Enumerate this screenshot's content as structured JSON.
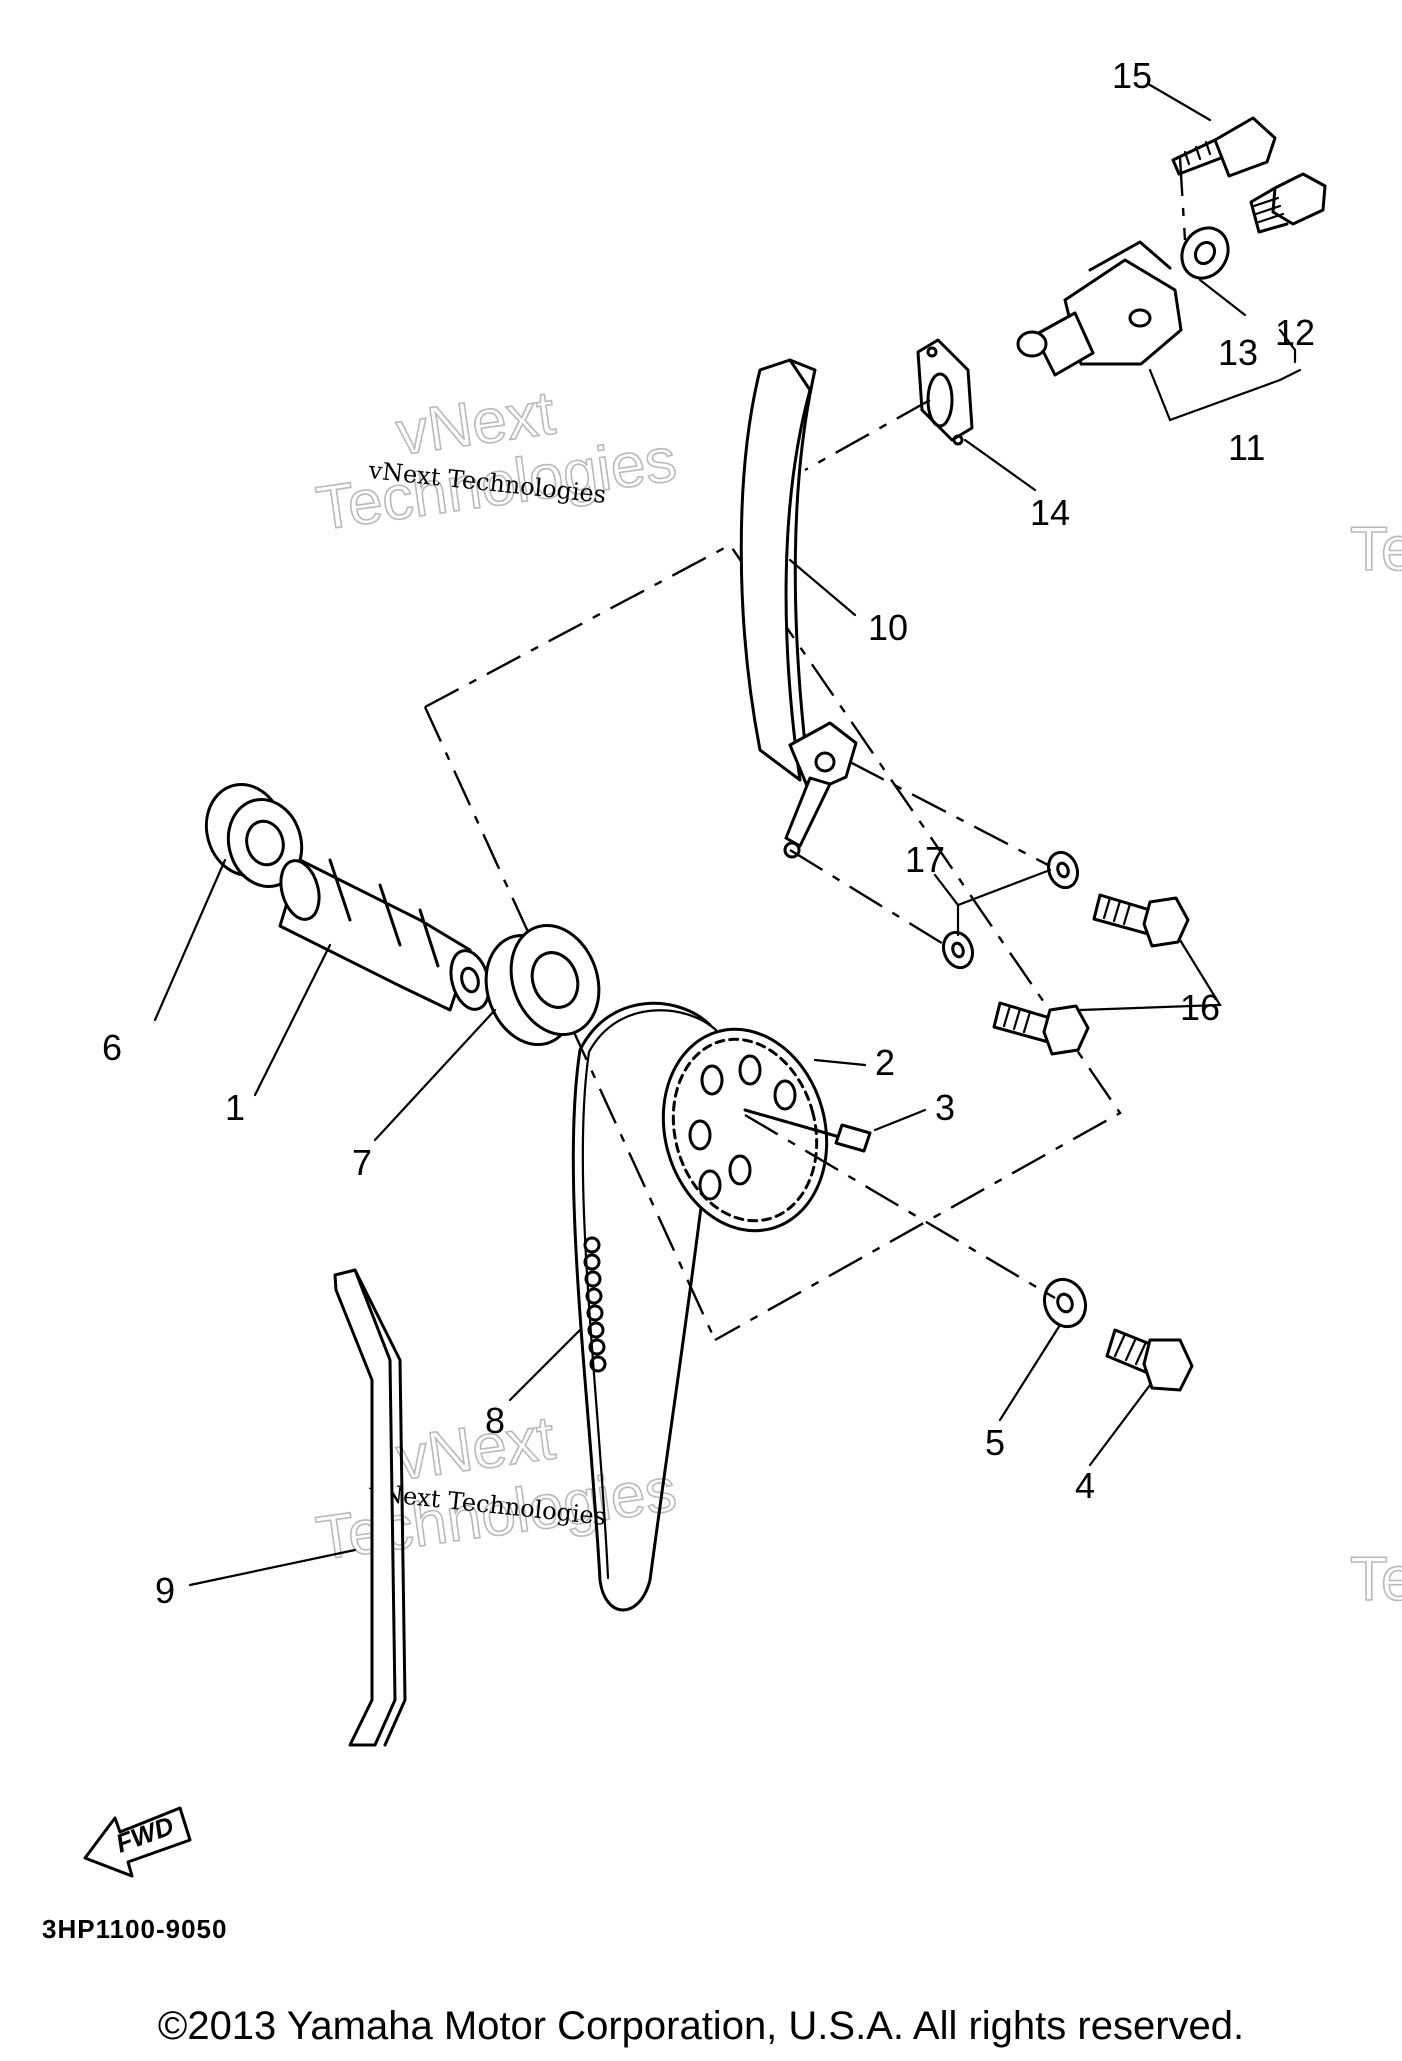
{
  "callouts": {
    "c1": "1",
    "c2": "2",
    "c3": "3",
    "c4": "4",
    "c5": "5",
    "c6": "6",
    "c7": "7",
    "c8": "8",
    "c9": "9",
    "c10": "10",
    "c11": "11",
    "c12": "12",
    "c13": "13",
    "c14": "14",
    "c15": "15",
    "c16": "16",
    "c17": "17"
  },
  "watermark": {
    "small": "vNext Technologies",
    "big_line1": "vNext",
    "big_line2": "Technologies",
    "edge": "Te"
  },
  "fwd_label": "FWD",
  "diagram_code": "3HP1100-9050",
  "copyright": "©2013 Yamaha Motor Corporation, U.S.A. All rights reserved."
}
